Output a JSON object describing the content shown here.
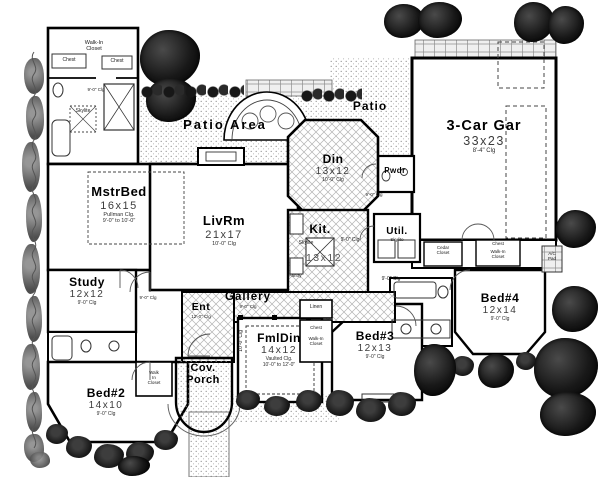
{
  "site": {
    "patio_area": "Patio Area",
    "patio": "Patio"
  },
  "rooms": {
    "mstrbed": {
      "name": "MstrBed",
      "dims": "16x15",
      "clg1": "Pullman Clg.",
      "clg2": "9'-0\" to 10'-0\""
    },
    "livrm": {
      "name": "LivRm",
      "dims": "21x17",
      "clg": "10'-0\" Clg"
    },
    "study": {
      "name": "Study",
      "dims": "12x12",
      "clg": "9'-0\" Clg"
    },
    "bed2": {
      "name": "Bed#2",
      "dims": "14x10",
      "clg": "9'-0\" Clg"
    },
    "bed3": {
      "name": "Bed#3",
      "dims": "12x13",
      "clg": "9'-0\" Clg"
    },
    "bed4": {
      "name": "Bed#4",
      "dims": "12x14",
      "clg": "9'-0\" Clg"
    },
    "din": {
      "name": "Din",
      "dims": "13x12",
      "clg": "10'-0\" Clg"
    },
    "kit": {
      "name": "Kit.",
      "dims": "13x12",
      "clg": "9'-0\" Clg",
      "skylite": "Skylite"
    },
    "fmldin": {
      "name": "FmlDin",
      "dims": "14x12",
      "clg1": "Vaulted Clg.",
      "clg2": "10'-0\" to 12'-0\""
    },
    "garage": {
      "name": "3-Car Gar",
      "dims": "33x23",
      "clg": "8'-4\" Clg"
    },
    "gallery": {
      "name": "Gallery",
      "clg": "9'-0\" Clg"
    },
    "ent": {
      "name": "Ent",
      "clg": "12'-0\" Clg"
    },
    "covporch": {
      "line1": "Cov.",
      "line2": "Porch"
    },
    "util": {
      "name": "Util.",
      "skylite": "Skylite"
    },
    "pwdr": {
      "name": "Pwdr",
      "clg": "9'-0\" Clg"
    }
  },
  "labels": {
    "walkin1": "Walk-In",
    "walkin2": "Closet",
    "walk": "Walk",
    "in": "In",
    "closet": "Closet",
    "chest": "Chest",
    "skylite": "Skylite",
    "clg9": "9'-0\" Clg",
    "clg10": "10'-0\" Clg",
    "pantry": "Pantry",
    "linen": "Linen",
    "cedar1": "Cedar",
    "cedar2": "Closet",
    "ac1": "A/C",
    "ac2": "Pad"
  }
}
